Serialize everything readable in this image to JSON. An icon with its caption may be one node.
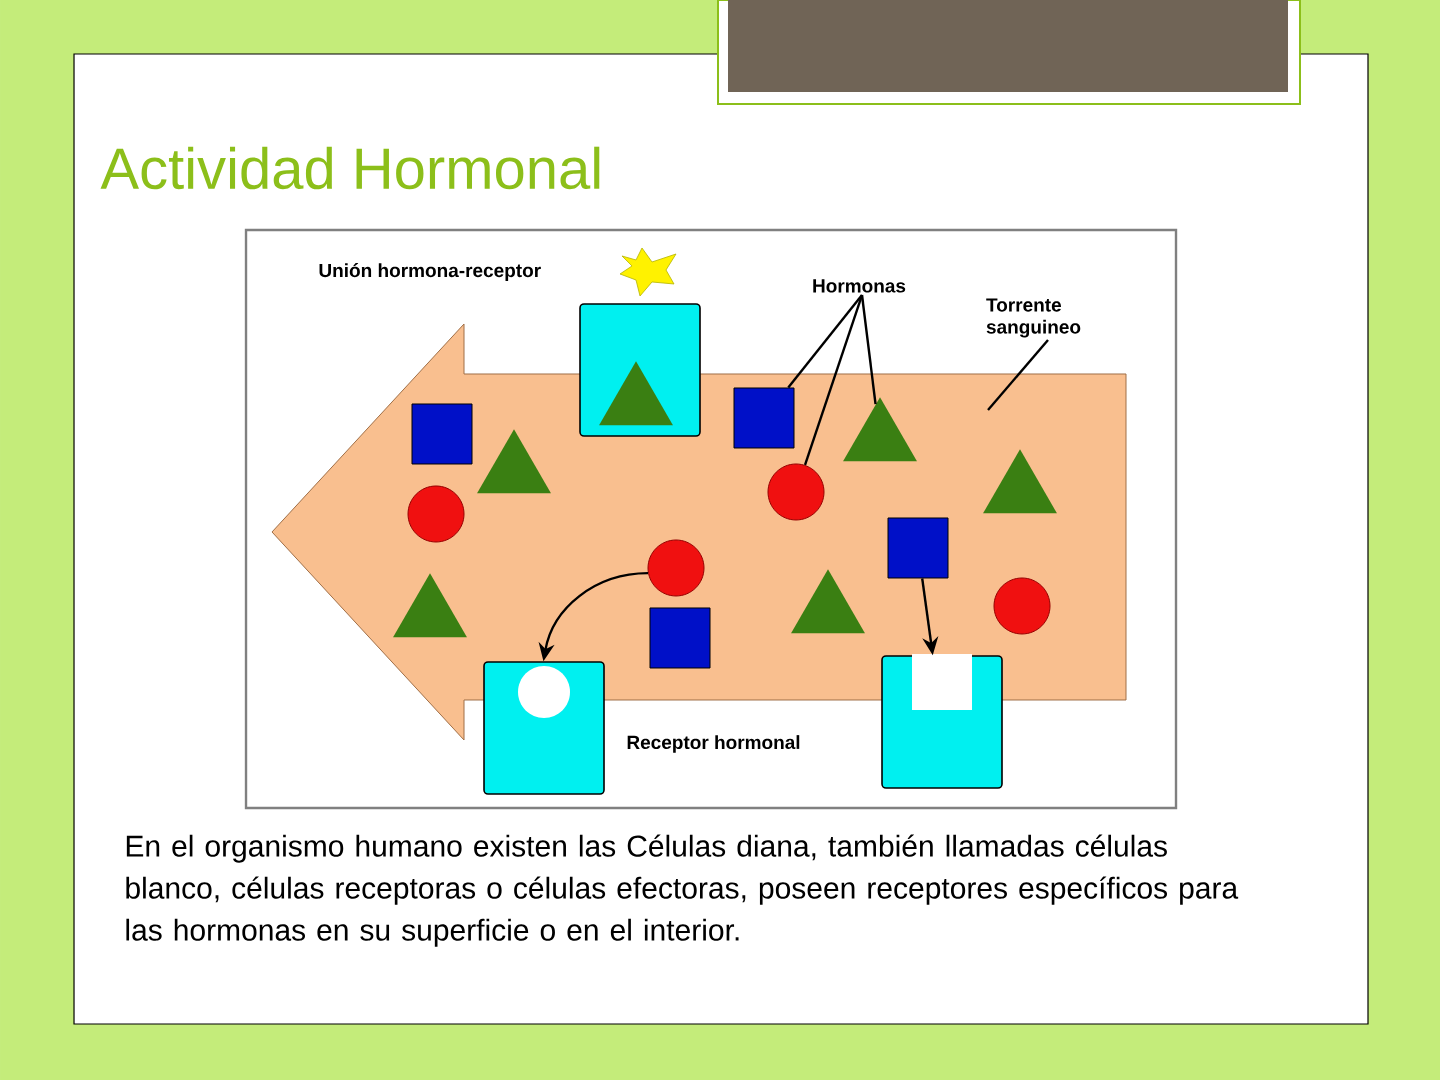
{
  "diagram": {
    "title": "Actividad Hormonal",
    "caption": "En el organismo humano existen las Células diana, también llamadas células blanco, células receptoras o células efectoras, poseen receptores específicos para las hormonas en su superficie o en el interior.",
    "nodes": [
      {
        "text": [
          "Hormonas"
        ]
      },
      {
        "text": [
          "Torrente sanguineo"
        ]
      },
      {
        "text": [],
        "shape": "cell"
      },
      {
        "text": [],
        "shape": "triangle",
        "in": 2
      },
      {
        "text": [],
        "shape": "box"
      },
      {
        "text": [],
        "shape": "triangle"
      },
      {
        "text": [],
        "shape": "box"
      },
      {
        "text": [],
        "shape": "triangle"
      },
      {
        "text": [],
        "shape": "triangle"
      },
      {
        "text": [],
        "shape": "circle"
      },
      {
        "text": [],
        "shape": "circle"
      },
      {
        "text": [],
        "shape": "box"
      },
      {
        "text": [],
        "shape": "circle"
      },
      {
        "text": [],
        "shape": "circle"
      },
      {
        "text": [],
        "shape": "triangle"
      },
      {
        "text": [],
        "shape": "triangle"
      },
      {
        "text": [],
        "shape": "box"
      },
      {
        "text": [],
        "shape": "cell"
      },
      {
        "text": [],
        "shape": "cell"
      }
    ],
    "edges": [
      {
        "from": 0,
        "to": 6,
        "arrow": "none"
      },
      {
        "from": 0,
        "to": 10,
        "arrow": "none"
      },
      {
        "from": 0,
        "to": 7,
        "arrow": "none"
      },
      {
        "from": 1,
        "to": null,
        "arrow": "none"
      },
      {
        "from": 12,
        "to": 17,
        "arrow": "to"
      },
      {
        "from": 11,
        "to": 18,
        "arrow": "to"
      }
    ],
    "labels": [
      "Unión hormona-receptor",
      "Receptor hormonal"
    ]
  }
}
